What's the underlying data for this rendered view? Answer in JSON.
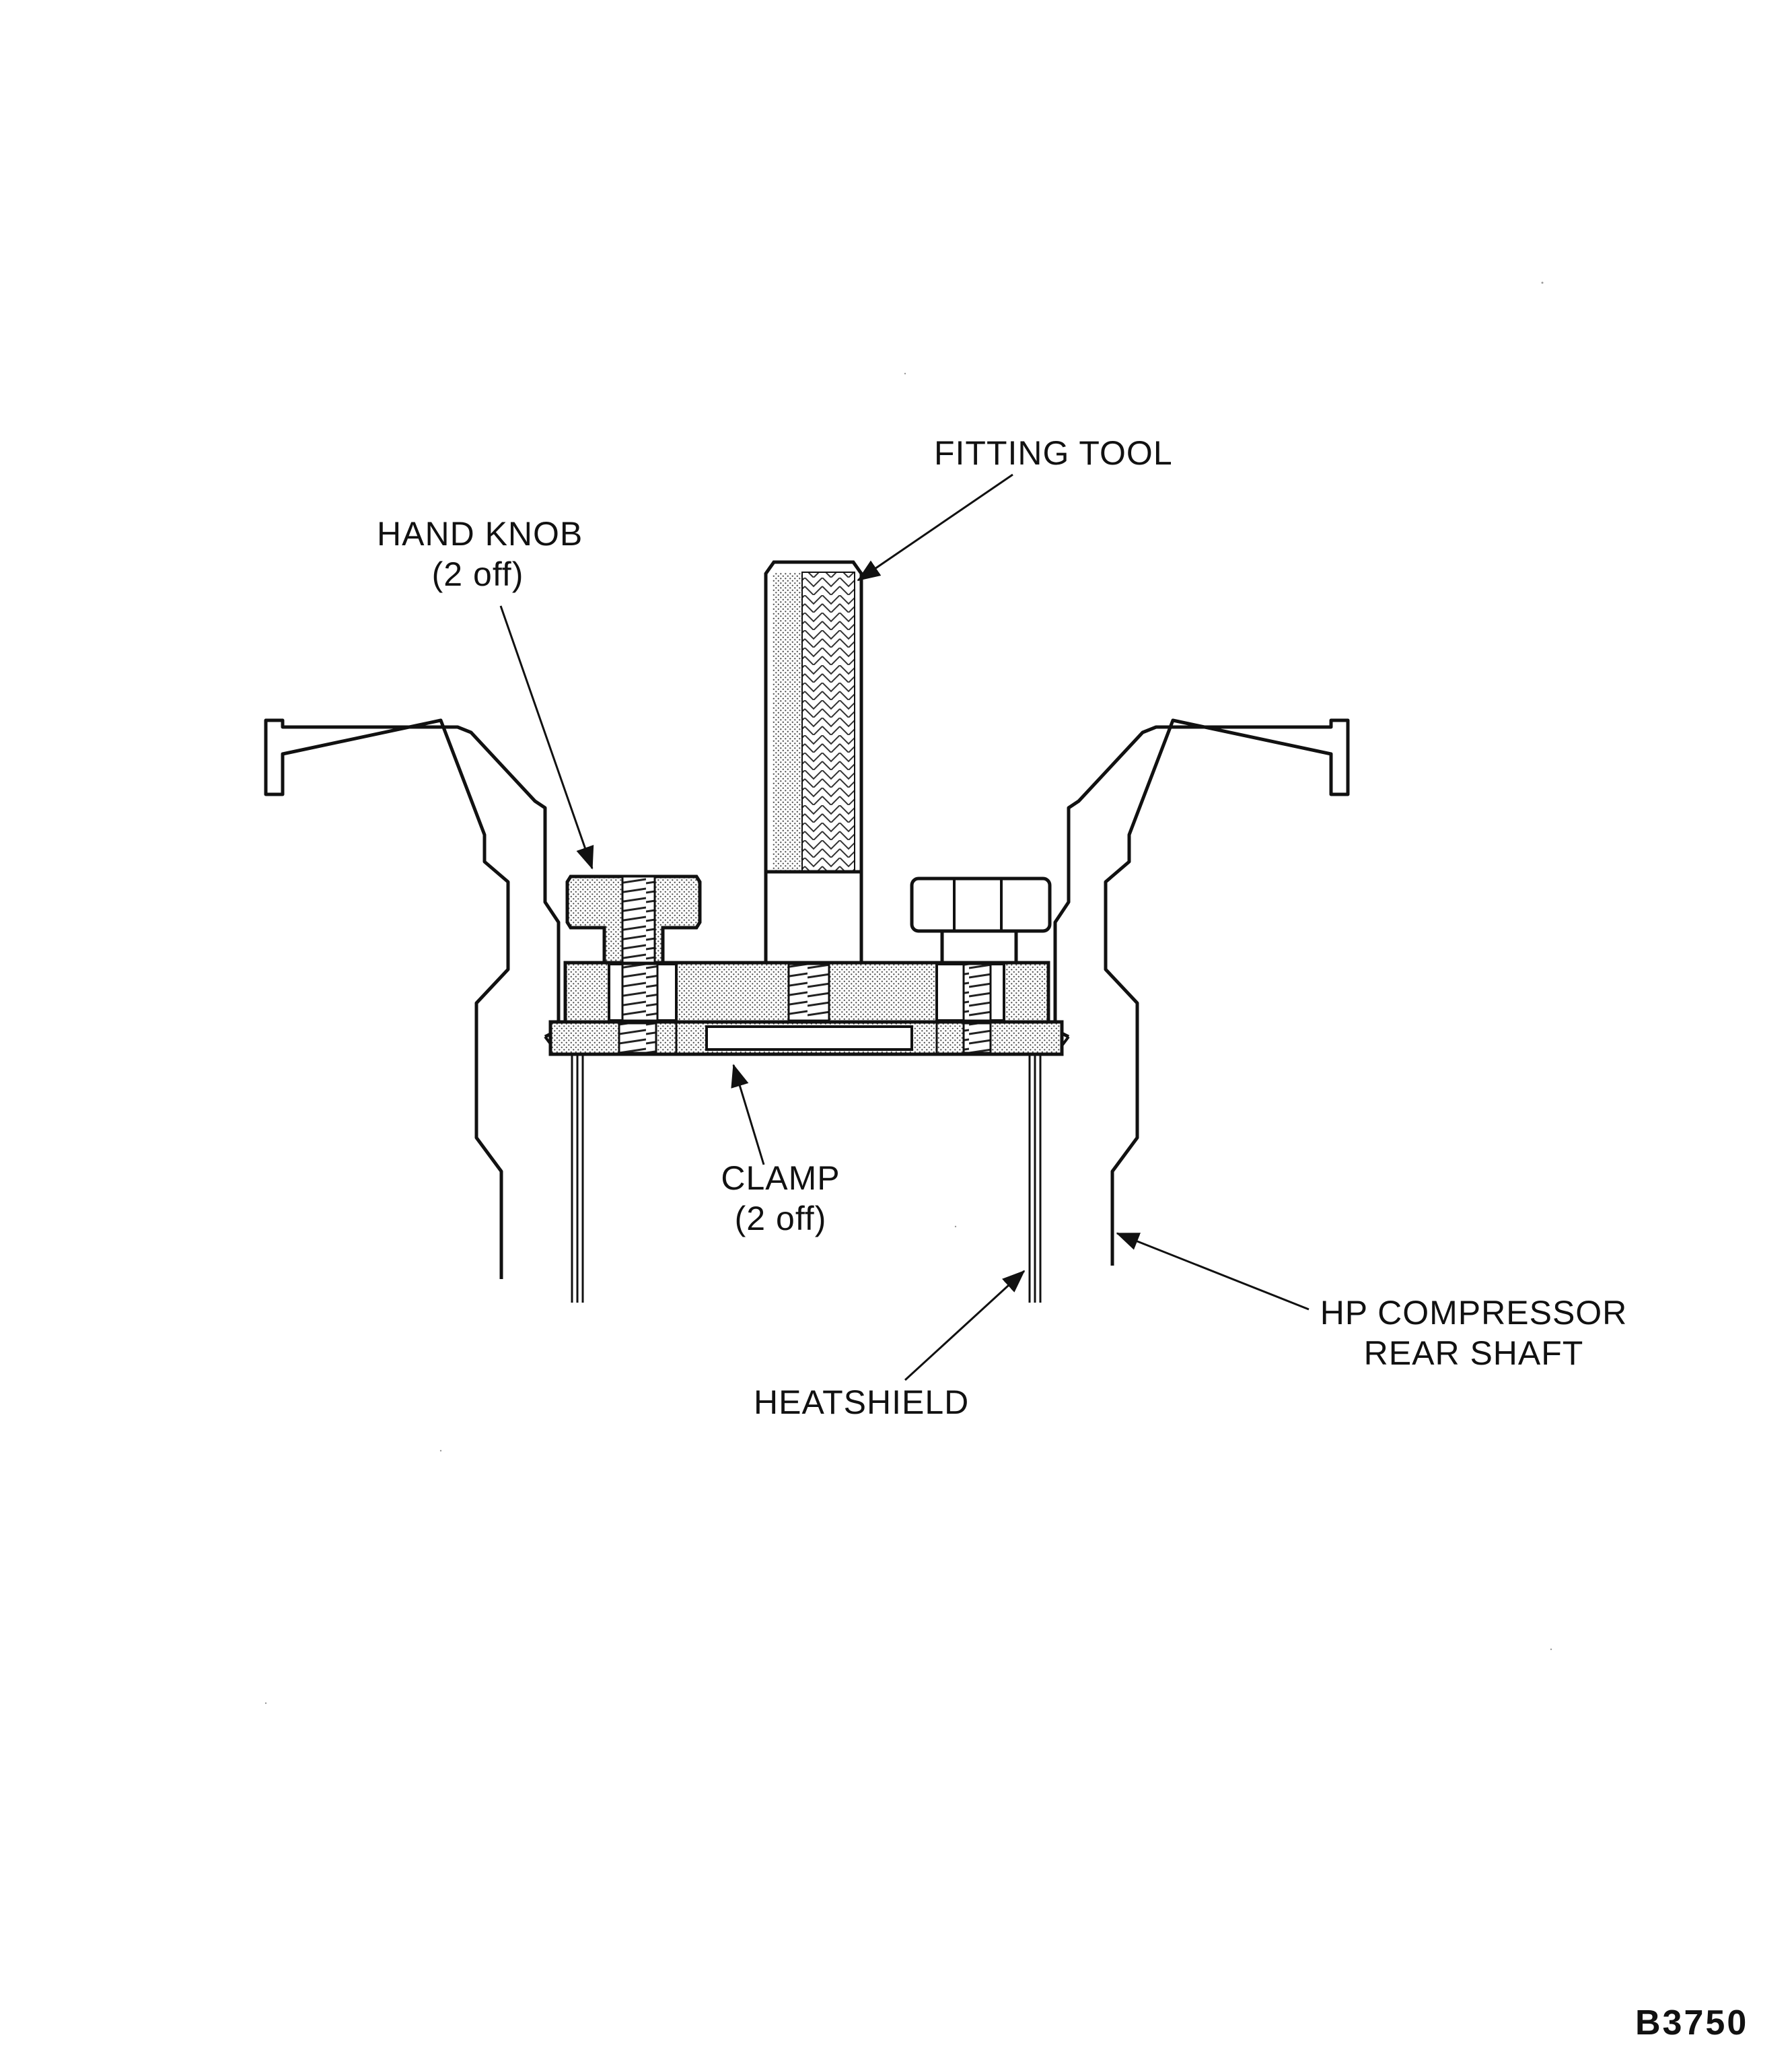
{
  "labels": {
    "fitting_tool": "FITTING TOOL",
    "hand_knob": "HAND KNOB",
    "hand_knob_qty": "(2 off)",
    "clamp": "CLAMP",
    "clamp_qty": "(2 off)",
    "heatshield": "HEATSHIELD",
    "hp_compressor_line1": "HP COMPRESSOR",
    "hp_compressor_line2": "REAR SHAFT"
  },
  "figure_id": "B3750",
  "colors": {
    "line": "#111111",
    "stipple": "#555555",
    "background": "#ffffff"
  }
}
